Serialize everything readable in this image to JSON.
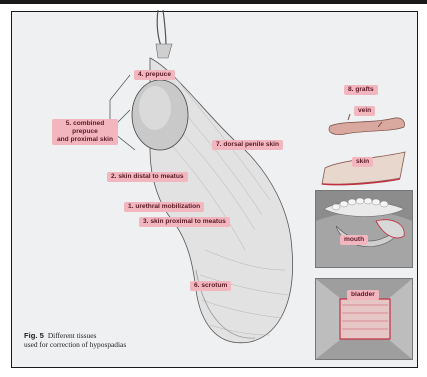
{
  "labels": {
    "prepuce": "4. prepuce",
    "combined_line1": "5. combined prepuce",
    "combined_line2": "and proximal skin",
    "dorsal": "7. dorsal penile skin",
    "skin_distal": "2. skin distal to meatus",
    "urethral": "1. urethral mobilization",
    "skin_proximal": "3. skin proximal to meatus",
    "scrotum": "6. scrotum",
    "grafts": "8. grafts",
    "vein": "vein",
    "skin": "skin",
    "mouth": "mouth",
    "bladder": "bladder"
  },
  "caption": {
    "fig": "Fig. 5",
    "line1": "Different tissues",
    "line2": "used for correction of hypospadias"
  },
  "colors": {
    "label_fill": "#f2b6bf",
    "label_text": "#5a1a26",
    "panel_bg": "#eef0f2",
    "accent_red": "#c03040"
  }
}
